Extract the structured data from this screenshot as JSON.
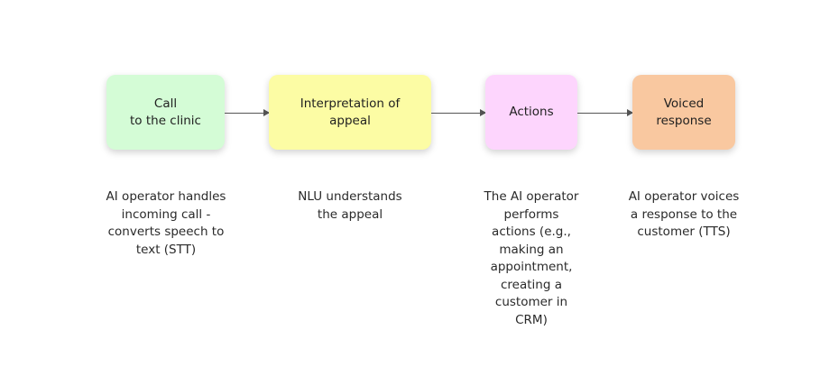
{
  "steps": [
    {
      "title": "Call\nto the clinic",
      "color": "#d4fcd6",
      "description": "AI operator handles\nincoming call -\nconverts speech to\ntext (STT)"
    },
    {
      "title": "Interpretation of\nappeal",
      "color": "#fcfca4",
      "description": "NLU understands\nthe appeal"
    },
    {
      "title": "Actions",
      "color": "#fdd5fd",
      "description": "The AI operator\nperforms\nactions (e.g.,\nmaking an\nappointment,\ncreating a\ncustomer in\nCRM)"
    },
    {
      "title": "Voiced\nresponse",
      "color": "#f9c8a0",
      "description": "AI operator voices\na response to the\ncustomer (TTS)"
    }
  ]
}
